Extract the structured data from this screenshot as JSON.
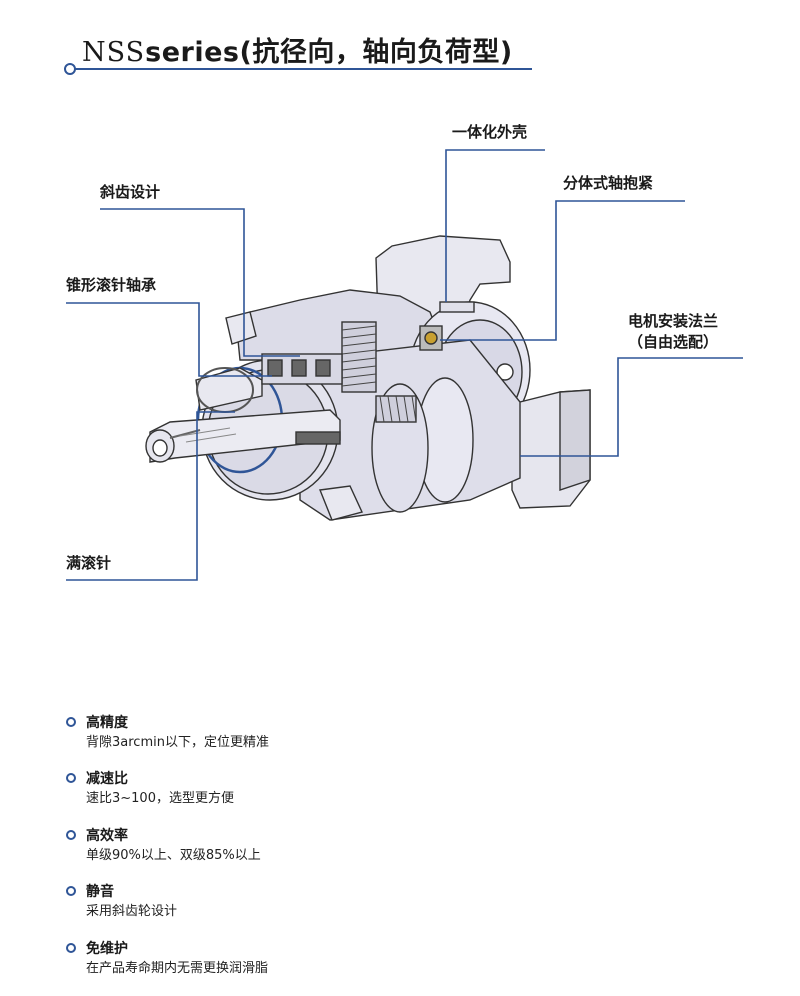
{
  "title": {
    "model": "NSS",
    "series": "series",
    "desc": "(抗径向，轴向负荷型)"
  },
  "callouts": {
    "housing": "一体化外壳",
    "helical": "斜齿设计",
    "split_clamp": "分体式轴抱紧",
    "taper_bearing": "锥形滚针轴承",
    "flange_line1": "电机安装法兰",
    "flange_line2": "（自由选配）",
    "full_needle": "满滚针"
  },
  "features": [
    {
      "title": "高精度",
      "desc": "背隙3arcmin以下，定位更精准"
    },
    {
      "title": "减速比",
      "desc": "速比3~100，选型更方便"
    },
    {
      "title": "高效率",
      "desc": "单级90%以上、双级85%以上"
    },
    {
      "title": "静音",
      "desc": "采用斜齿轮设计"
    },
    {
      "title": "免维护",
      "desc": "在产品寿命期内无需更换润滑脂"
    }
  ],
  "colors": {
    "accent": "#2f5597",
    "body": "#e4e4ee",
    "line": "#333333"
  }
}
